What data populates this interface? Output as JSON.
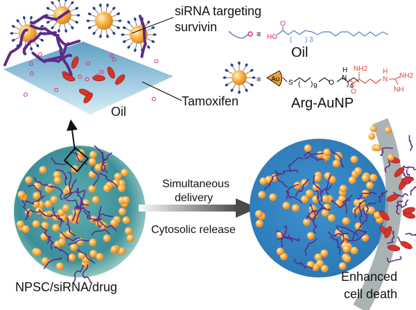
{
  "labels": {
    "sirna_line1": "siRNA targeting",
    "sirna_line2": "survivin",
    "tamoxifen": "Tamoxifen",
    "oil_surface": "Oil",
    "oil_legend": "Oil",
    "argaunp_legend": "Arg-AuNP",
    "delivery_line1": "Simultaneous",
    "delivery_line2": "delivery",
    "cytosolic": "Cytosolic release",
    "npsc": "NPSC/siRNA/drug",
    "enhanced_line1": "Enhanced",
    "enhanced_line2": "cell death"
  },
  "chem": {
    "ho": "HO",
    "o": "O",
    "sub3": "3",
    "au": "Au",
    "s": "S",
    "sub9": "9",
    "ether_o": "O",
    "sub4": "4",
    "nh_h": "H",
    "nh_n": "N",
    "amide_o": "O",
    "nh2": "NH2",
    "gua_h": "H",
    "gua_n": "N",
    "gua_nh2": "NH2",
    "gua_nh": "NH"
  },
  "colors": {
    "gold": "#f5a93a",
    "purple": "#5b2a86",
    "oil_blue": "#3f8fc6",
    "oil_chain": "#5a7bbf",
    "acid_pink": "#e0287a",
    "arg_red": "#e8412c",
    "ligand_navy": "#2c3e8c",
    "membrane": "#9aa6a6"
  }
}
